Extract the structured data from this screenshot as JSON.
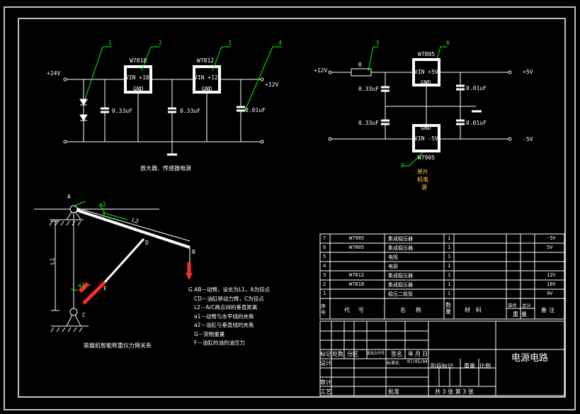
{
  "circuit_left": {
    "input_label": "+24V",
    "output_label": "+12V",
    "ic1": {
      "name": "W7818",
      "vin": "VIN +18V",
      "gnd": "GND"
    },
    "ic2": {
      "name": "W7812",
      "vin": "VIN +12V",
      "gnd": "GND"
    },
    "cap1": "0.33uF",
    "cap2": "0.33uF",
    "cap3": "0.01uF",
    "balloons": [
      "1",
      "2",
      "3",
      "4"
    ],
    "caption": "放大器、传感器电源"
  },
  "circuit_right": {
    "input_label": "+12V",
    "resistor": "R",
    "ic_top": {
      "name": "W7805",
      "vin": "VIN +5V",
      "gnd": "GND"
    },
    "ic_bottom": {
      "name": "W7905",
      "vin": "VIN -5V",
      "gnd": "GND"
    },
    "cap_tl": "0.33uF",
    "cap_tr": "0.01uF",
    "cap_bl": "0.33uF",
    "cap_br": "0.01uF",
    "out_pos": "+5V",
    "out_neg": "-5V",
    "balloons": [
      "5",
      "6",
      "7"
    ],
    "caption_lines": [
      "单片",
      "机电",
      "源"
    ]
  },
  "mechanism": {
    "point_a": "A",
    "point_b": "B",
    "point_c": "C",
    "point_d": "D",
    "point_f": "F",
    "point_g": "G",
    "dim_l1": "L1",
    "dim_l2": "L2",
    "angle_a1": "a1",
    "angle_a2": "a2",
    "caption": "装载机智能称重仪力臂关系",
    "legend": [
      "G  AB－动臂，设长为L1，A为铰点",
      "CD－油缸移动力臂，C为铰点",
      "L2－A/C两点间的垂直距离",
      "a1－动臂与水平线的夹角",
      "a2－油缸与垂直线的夹角",
      "G－货物重量",
      "F－油缸的油的油压力"
    ]
  },
  "parts_table": {
    "rows": [
      {
        "no": "7",
        "code": "W7905",
        "name": "集成稳压器",
        "qty": "1",
        "note": "-5V"
      },
      {
        "no": "6",
        "code": "W7805",
        "name": "集成稳压器",
        "qty": "1",
        "note": "5V"
      },
      {
        "no": "5",
        "code": "",
        "name": "电阻",
        "qty": "1",
        "note": ""
      },
      {
        "no": "4",
        "code": "",
        "name": "电容",
        "qty": "1",
        "note": ""
      },
      {
        "no": "3",
        "code": "W7812",
        "name": "集成稳压器",
        "qty": "1",
        "note": "12V"
      },
      {
        "no": "2",
        "code": "W7818",
        "name": "集成稳压器",
        "qty": "1",
        "note": "18V"
      },
      {
        "no": "1",
        "code": "",
        "name": "稳压二极管",
        "qty": "1",
        "note": "9V"
      }
    ],
    "header": {
      "no": "序号",
      "code": "代号",
      "name": "名称",
      "qty": "数量",
      "material": "材料",
      "single": "单件",
      "total": "总计",
      "weight": "重量",
      "note": "备注"
    }
  },
  "title_block": {
    "title": "电源电路",
    "rows_left": [
      "标记",
      "处数",
      "分区",
      "更改文件号",
      "签名",
      "年月日"
    ],
    "design": "设计",
    "std": "标准化",
    "date": "07/05/04",
    "stage": "阶段标记",
    "weight": "重量",
    "scale": "比例",
    "review": "审计",
    "process": "工艺",
    "approve": "批准",
    "sheets": "共 3 张   第 3 张"
  },
  "colors": {
    "line": "#ffffff",
    "green": "#00ff00",
    "red": "#ff2a2a",
    "yellow": "#ffff00",
    "bg": "#000000"
  }
}
